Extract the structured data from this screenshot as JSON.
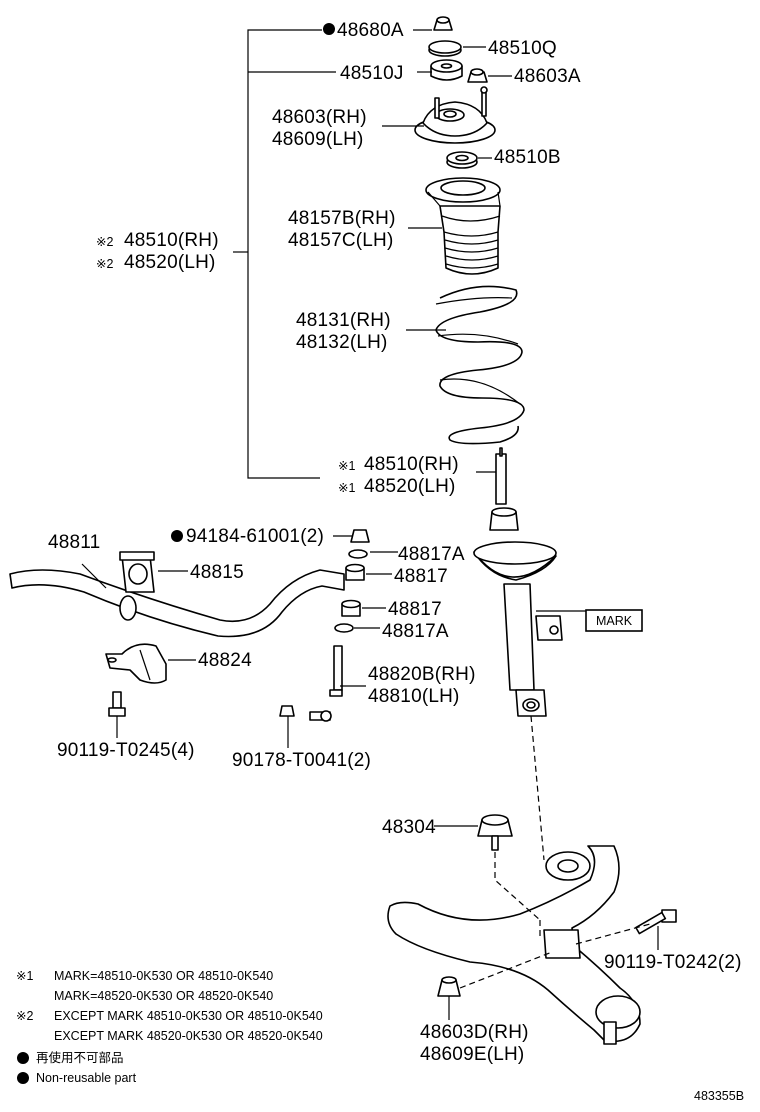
{
  "labels": {
    "p48680A": "48680A",
    "p48510Q": "48510Q",
    "p48510J": "48510J",
    "p48603A": "48603A",
    "p48603RH": "48603(RH)",
    "p48609LH": "48609(LH)",
    "p48510B": "48510B",
    "p48157B": "48157B(RH)",
    "p48157C": "48157C(LH)",
    "p48510RH_x2": "48510(RH)",
    "p48520LH_x2": "48520(LH)",
    "p48131": "48131(RH)",
    "p48132": "48132(LH)",
    "p48510RH_x1": "48510(RH)",
    "p48520LH_x1": "48520(LH)",
    "p48811": "48811",
    "p94184": "94184-61001(2)",
    "p48815": "48815",
    "p48817A_top": "48817A",
    "p48817_top": "48817",
    "p48817_bot": "48817",
    "p48817A_bot": "48817A",
    "p48824": "48824",
    "p48820B": "48820B(RH)",
    "p48810": "48810(LH)",
    "p90119_T0245": "90119-T0245(4)",
    "p90178": "90178-T0041(2)",
    "mark": "MARK",
    "p48304": "48304",
    "p90119_T0242": "90119-T0242(2)",
    "p48603D": "48603D(RH)",
    "p48609E": "48609E(LH)"
  },
  "symbols": {
    "kome1": "※1",
    "kome2": "※2"
  },
  "notes": {
    "n1_mark": "※1",
    "n1_line1": "MARK=48510-0K530 OR 48510-0K540",
    "n1_line2": "MARK=48520-0K530 OR 48520-0K540",
    "n2_mark": "※2",
    "n2_line1": "EXCEPT MARK 48510-0K530 OR 48510-0K540",
    "n2_line2": "EXCEPT MARK 48520-0K530 OR 48520-0K540",
    "legend_jp": "再使用不可部品",
    "legend_en": "Non-reusable part"
  },
  "diagram_id": "483355B",
  "colors": {
    "ink": "#000000",
    "paper": "#ffffff"
  }
}
